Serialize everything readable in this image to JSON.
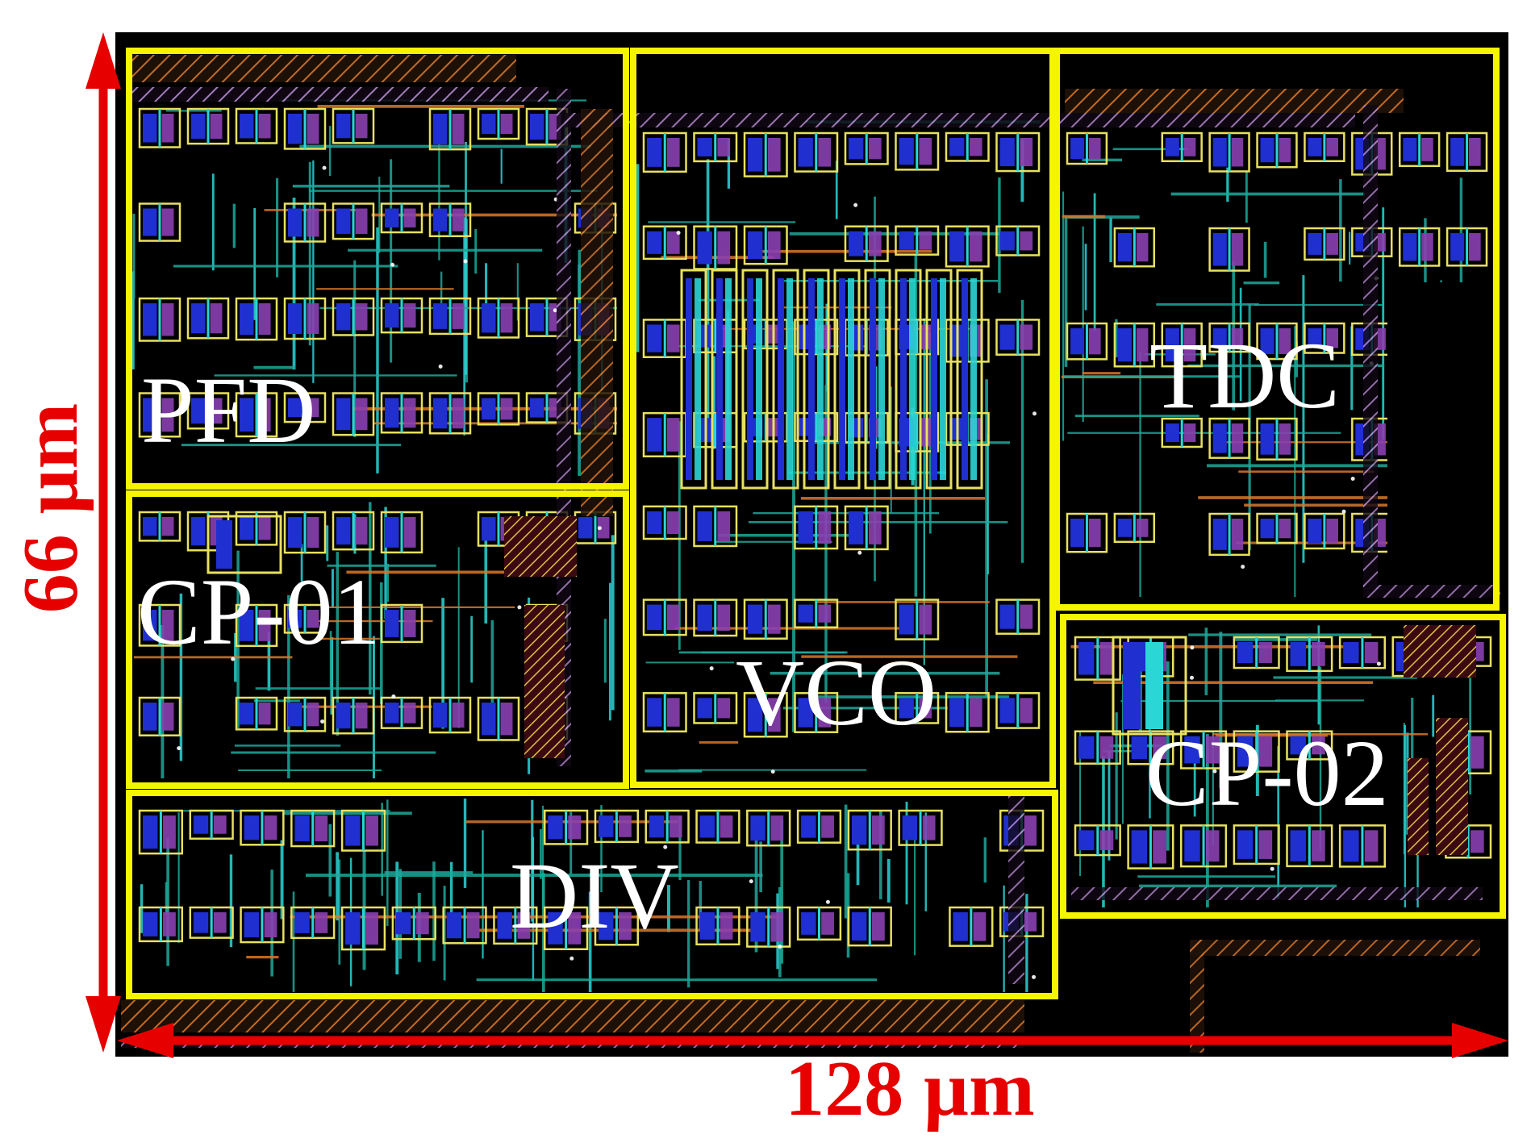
{
  "layout_blocks": [
    {
      "id": "pfd",
      "label": "PFD"
    },
    {
      "id": "vco",
      "label": "VCO"
    },
    {
      "id": "tdc",
      "label": "TDC"
    },
    {
      "id": "cp01",
      "label": "CP-01"
    },
    {
      "id": "cp02",
      "label": "CP-02"
    },
    {
      "id": "div",
      "label": "DIV"
    }
  ],
  "dimensions": {
    "width": "128 µm",
    "height": "66 µm"
  },
  "colors": {
    "background": "#000000",
    "block_outline": "#f5f500",
    "dimension_arrows": "#e60000",
    "metal_cyan": "#2ad6d6",
    "metal_teal": "#1ea89a",
    "metal_orange": "#d9782a",
    "metal_yellow": "#e8e060",
    "metal_blue": "#1f2fd0",
    "metal_purple": "#8a3fb0",
    "metal_red": "#c8202a"
  }
}
